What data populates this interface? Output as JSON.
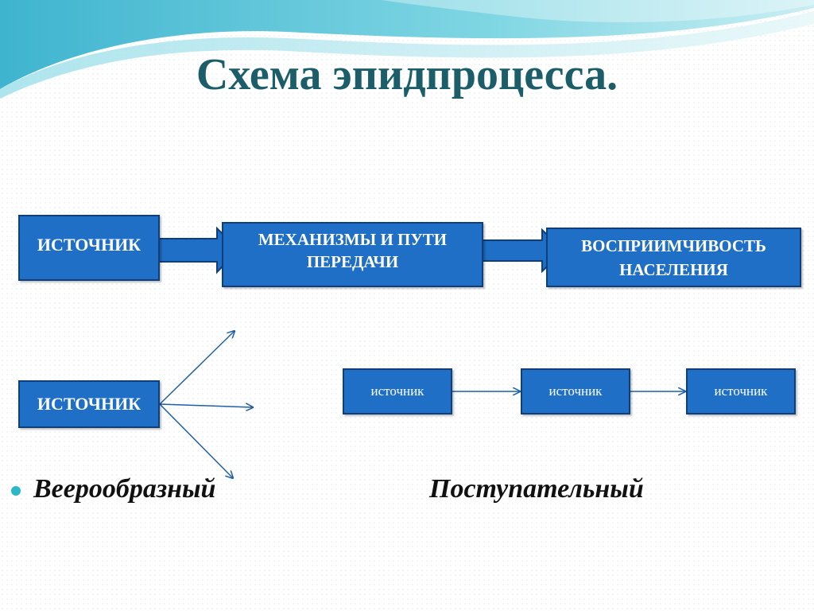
{
  "slide": {
    "title": "Схема эпидпроцесса."
  },
  "chain": {
    "source": "ИСТОЧНИК",
    "mechanisms": [
      "МЕХАНИЗМЫ И ПУТИ",
      "ПЕРЕДАЧИ"
    ],
    "susceptibility": [
      "ВОСПРИИМЧИВОСТЬ",
      "НАСЕЛЕНИЯ"
    ]
  },
  "fan": {
    "source": "ИСТОЧНИК",
    "label": "Веерообразный"
  },
  "sequential": {
    "sources": [
      "источник",
      "источник",
      "источник"
    ],
    "label": "Поступательный"
  },
  "colors": {
    "title": "#1b5d68",
    "box_fill": "#1f6fc6",
    "box_border": "#0f3f7a",
    "bullet": "#2bb7c8",
    "wave": "#5fc4d6"
  }
}
